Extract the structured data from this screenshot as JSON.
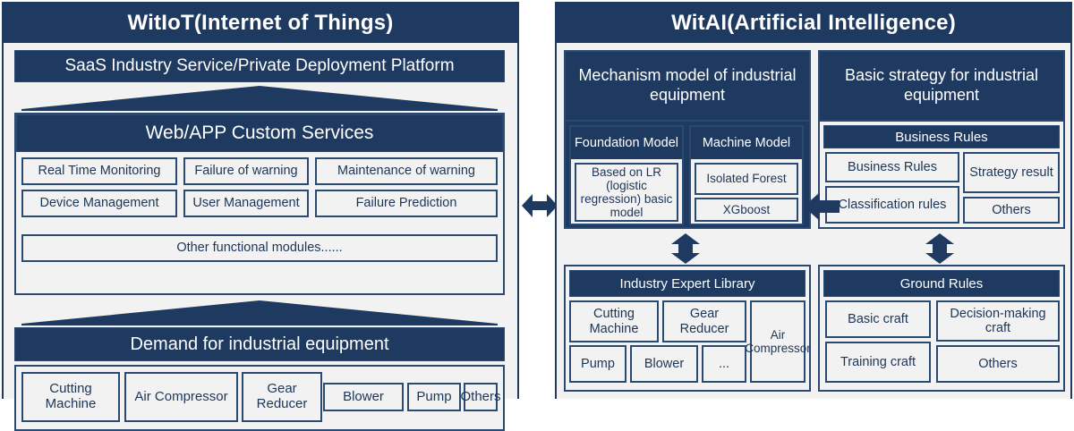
{
  "diagram": {
    "accent_dark": "#1F3A60",
    "accent_border": "#2b4a72",
    "panel_bg": "#f2f2f2"
  },
  "left_panel": {
    "title": "WitIoT(Internet of Things)",
    "saas_bar": "SaaS Industry Service/Private Deployment Platform",
    "webapp_bar": "Web/APP Custom Services",
    "services": [
      "Real Time Monitoring",
      "Failure of warning",
      "Maintenance of warning",
      "Device Management",
      "User Management",
      "Failure Prediction"
    ],
    "other_modules": "Other functional modules......",
    "demand_bar": "Demand for industrial equipment",
    "equipment": [
      "Cutting Machine",
      "Air Compressor",
      "Gear Reducer",
      "Blower",
      "Pump",
      "Others"
    ]
  },
  "middle": {
    "arrow": "double-headed-horizontal-arrow"
  },
  "right_panel": {
    "title": "WitAI(Artificial Intelligence)",
    "mechanism": {
      "heading": "Mechanism model of industrial equipment",
      "foundation_model": {
        "title": "Foundation Model",
        "item": "Based on LR (logistic regression) basic model"
      },
      "machine_model": {
        "title": "Machine Model",
        "items": [
          "Isolated Forest",
          "XGboost"
        ]
      },
      "arrow": "double-headed-vertical-arrow",
      "library": {
        "bar": "Industry Expert Library",
        "items": [
          "Cutting Machine",
          "Gear Reducer",
          "Air Compressor",
          "Pump",
          "Blower",
          "..."
        ]
      }
    },
    "strategy": {
      "heading": "Basic strategy for industrial equipment",
      "business_rules": {
        "bar": "Business Rules",
        "items": [
          "Business Rules",
          "Classification rules",
          "Strategy result",
          "Others"
        ]
      },
      "arrow": "double-headed-vertical-arrow",
      "ground_rules": {
        "bar": "Ground Rules",
        "items": [
          "Basic craft",
          "Training craft",
          "Decision-making craft",
          "Others"
        ]
      }
    },
    "side_arrow": "left-pointing-arrow"
  }
}
